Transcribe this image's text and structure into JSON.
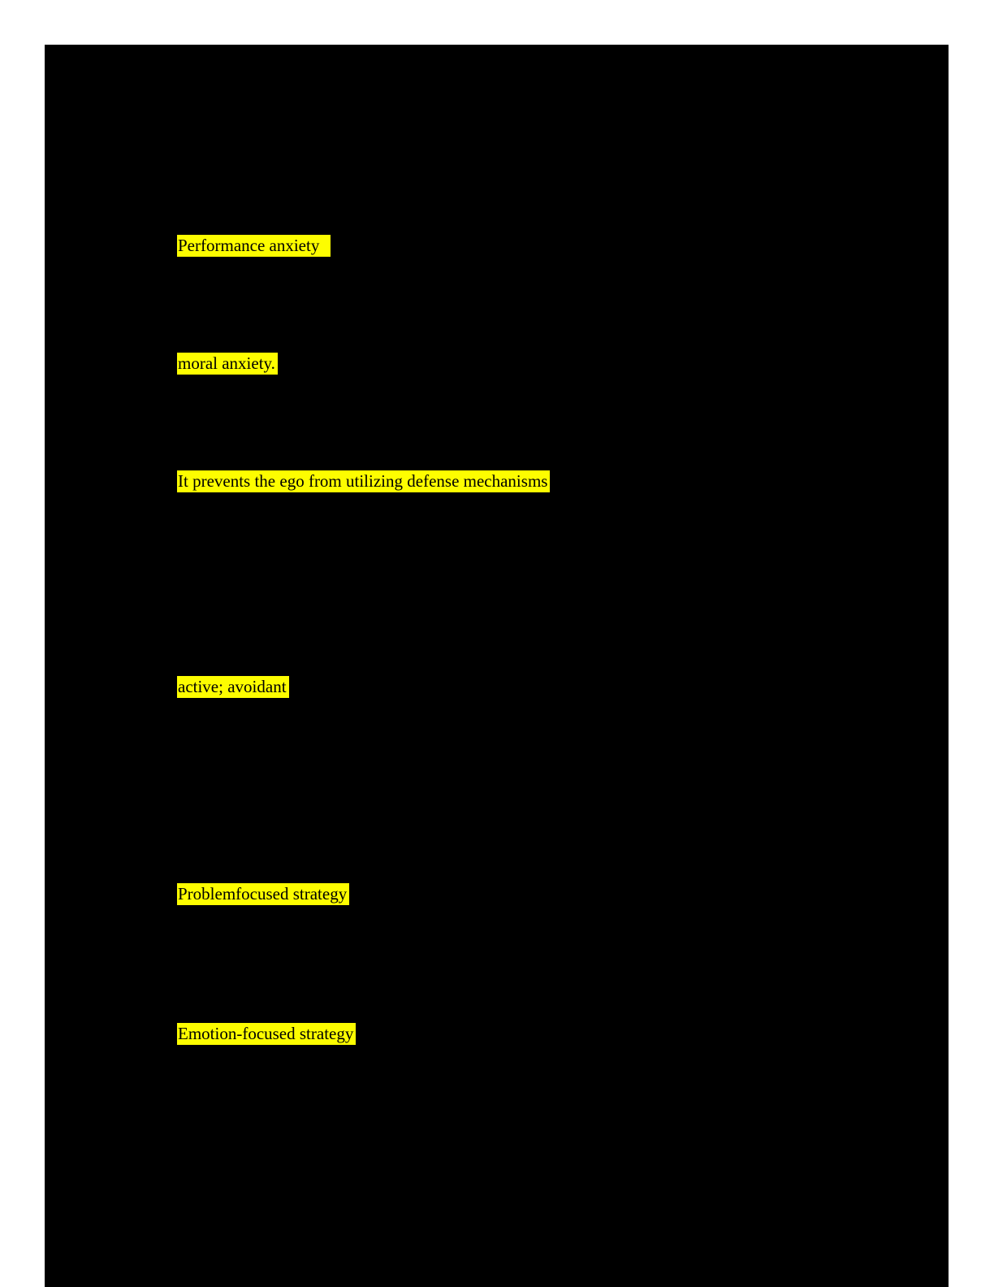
{
  "document": {
    "page_background": "#000000",
    "margin_background": "#ffffff",
    "highlight_color": "#fdfd00",
    "text_color": "#000000",
    "highlights": [
      {
        "text": "Performance anxiety"
      },
      {
        "text": "moral anxiety."
      },
      {
        "text": "It prevents the ego from utilizing defense mechanisms"
      },
      {
        "text": "active; avoidant"
      },
      {
        "text": "Problemfocused strategy"
      },
      {
        "text": "Emotion-focused strategy"
      }
    ]
  }
}
